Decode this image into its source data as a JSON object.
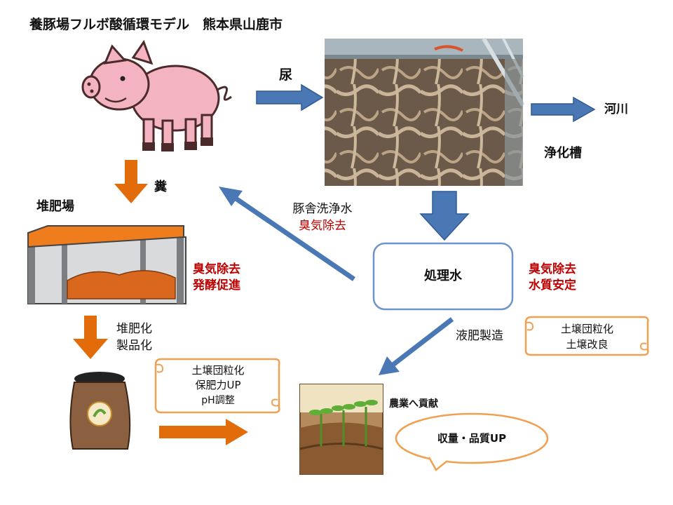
{
  "title": "養豚場フルボ酸循環モデル　熊本県山鹿市",
  "labels": {
    "urine": "尿",
    "river": "河川",
    "purification_tank": "浄化槽",
    "manure": "糞",
    "compost_yard": "堆肥場",
    "pigsty_wash": "豚舎洗浄水",
    "odor_removal_1": "臭気除去",
    "treated_water": "処理水",
    "compost_effect_1": "臭気除去",
    "compost_effect_2": "発酵促進",
    "water_effect_1": "臭気除去",
    "water_effect_2": "水質安定",
    "composting_1": "堆肥化",
    "composting_2": "製品化",
    "liquid_fertilizer": "液肥製造",
    "scroll_right_1": "土壌団粒化",
    "scroll_right_2": "土壌改良",
    "scroll_left_1": "土壌団粒化",
    "scroll_left_2": "保肥力UP",
    "scroll_left_3": "pH調整",
    "agriculture": "農業へ貢献",
    "yield": "収量・品質UP"
  },
  "colors": {
    "blue_arrow": "#4a78b5",
    "orange_arrow": "#e36c0a",
    "red_text": "#c00000",
    "box_border": "#6f95c8",
    "scroll_border": "#f0a050"
  },
  "icons": [
    "pig-icon",
    "purification-tank-photo",
    "compost-shed-icon",
    "compost-bag-icon",
    "crop-field-icon"
  ]
}
